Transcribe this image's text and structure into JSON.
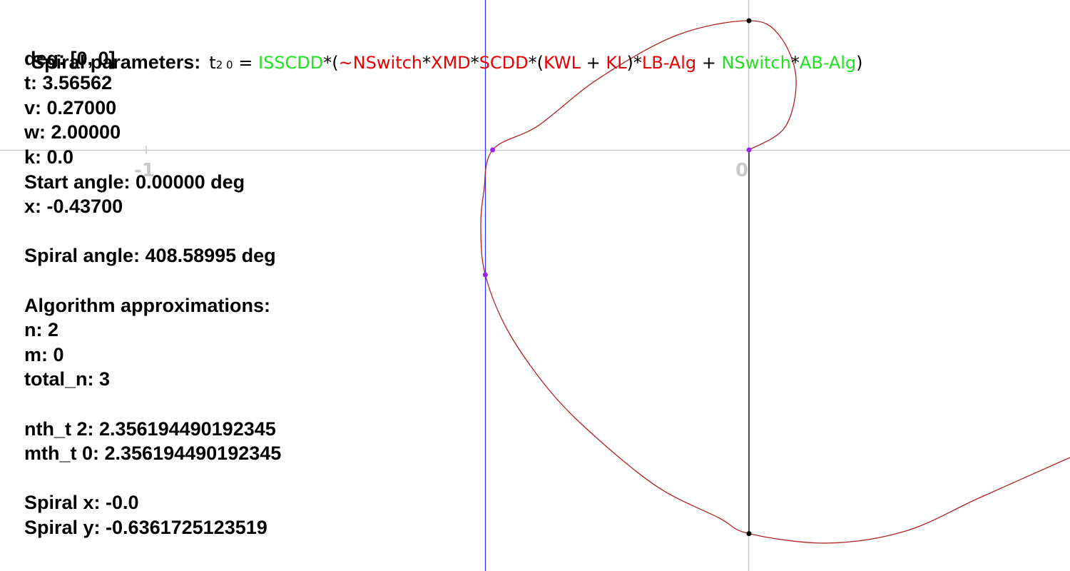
{
  "formula": {
    "label": "Spiral parameters:",
    "lhs_symbol": "t",
    "lhs_subscript": "2 0",
    "equals": "=",
    "tokens": [
      {
        "text": "ISSCDD",
        "color": "green"
      },
      {
        "text": "*(",
        "color": "black"
      },
      {
        "text": "~NSwitch",
        "color": "red"
      },
      {
        "text": "*",
        "color": "black"
      },
      {
        "text": "XMD",
        "color": "red"
      },
      {
        "text": "*",
        "color": "black"
      },
      {
        "text": "SCDD",
        "color": "red"
      },
      {
        "text": "*(",
        "color": "black"
      },
      {
        "text": "KWL",
        "color": "red"
      },
      {
        "text": " + ",
        "color": "black"
      },
      {
        "text": "KL",
        "color": "red"
      },
      {
        "text": ")*",
        "color": "black"
      },
      {
        "text": "LB-Alg",
        "color": "red"
      },
      {
        "text": " + ",
        "color": "black"
      },
      {
        "text": "NSwitch",
        "color": "green"
      },
      {
        "text": "*",
        "color": "black"
      },
      {
        "text": "AB-Alg",
        "color": "green"
      },
      {
        "text": ")",
        "color": "black"
      }
    ]
  },
  "info_lines": [
    "deg: [0, 0]",
    "t: 3.56562",
    "v: 0.27000",
    "w: 2.00000",
    "k: 0.0",
    "Start angle: 0.00000 deg",
    "x: -0.43700",
    "",
    "Spiral angle: 408.58995 deg",
    "",
    "Algorithm approximations:",
    "n: 2",
    "m: 0",
    "total_n: 3",
    "",
    "nth_t 2: 2.356194490192345",
    "mth_t 0: 2.356194490192345",
    "",
    "Spiral x: -0.0",
    "Spiral y: -0.6361725123519"
  ],
  "axes": {
    "tick_labels": [
      "-1",
      "0"
    ],
    "x_axis_color": "#c8c8c8",
    "y_axis_color": "#c8c8c8",
    "vertical_marker_color": "#3333ff",
    "vertical_marker_x": -0.437
  },
  "spiral": {
    "color": "#b22222",
    "end_point": {
      "x": -0.0,
      "y": -0.6361725123519
    },
    "markers": [
      {
        "label": "origin",
        "x": 0.0,
        "y": 0.0,
        "color": "#a020f0"
      },
      {
        "label": "crossing-1",
        "x": -0.4253,
        "y": 0.0,
        "color": "#a020f0"
      },
      {
        "label": "crossing-2",
        "x": -0.4375,
        "y": -0.2071,
        "color": "#a020f0"
      },
      {
        "label": "top",
        "x": 0.0,
        "y": 0.2142,
        "color": "#000000"
      },
      {
        "label": "bottom",
        "x": 0.0,
        "y": -0.6361725123519,
        "color": "#000000"
      }
    ]
  },
  "colors": {
    "green": "#1ee21e",
    "red": "#e80000",
    "black": "#000000",
    "text": "#000000"
  }
}
